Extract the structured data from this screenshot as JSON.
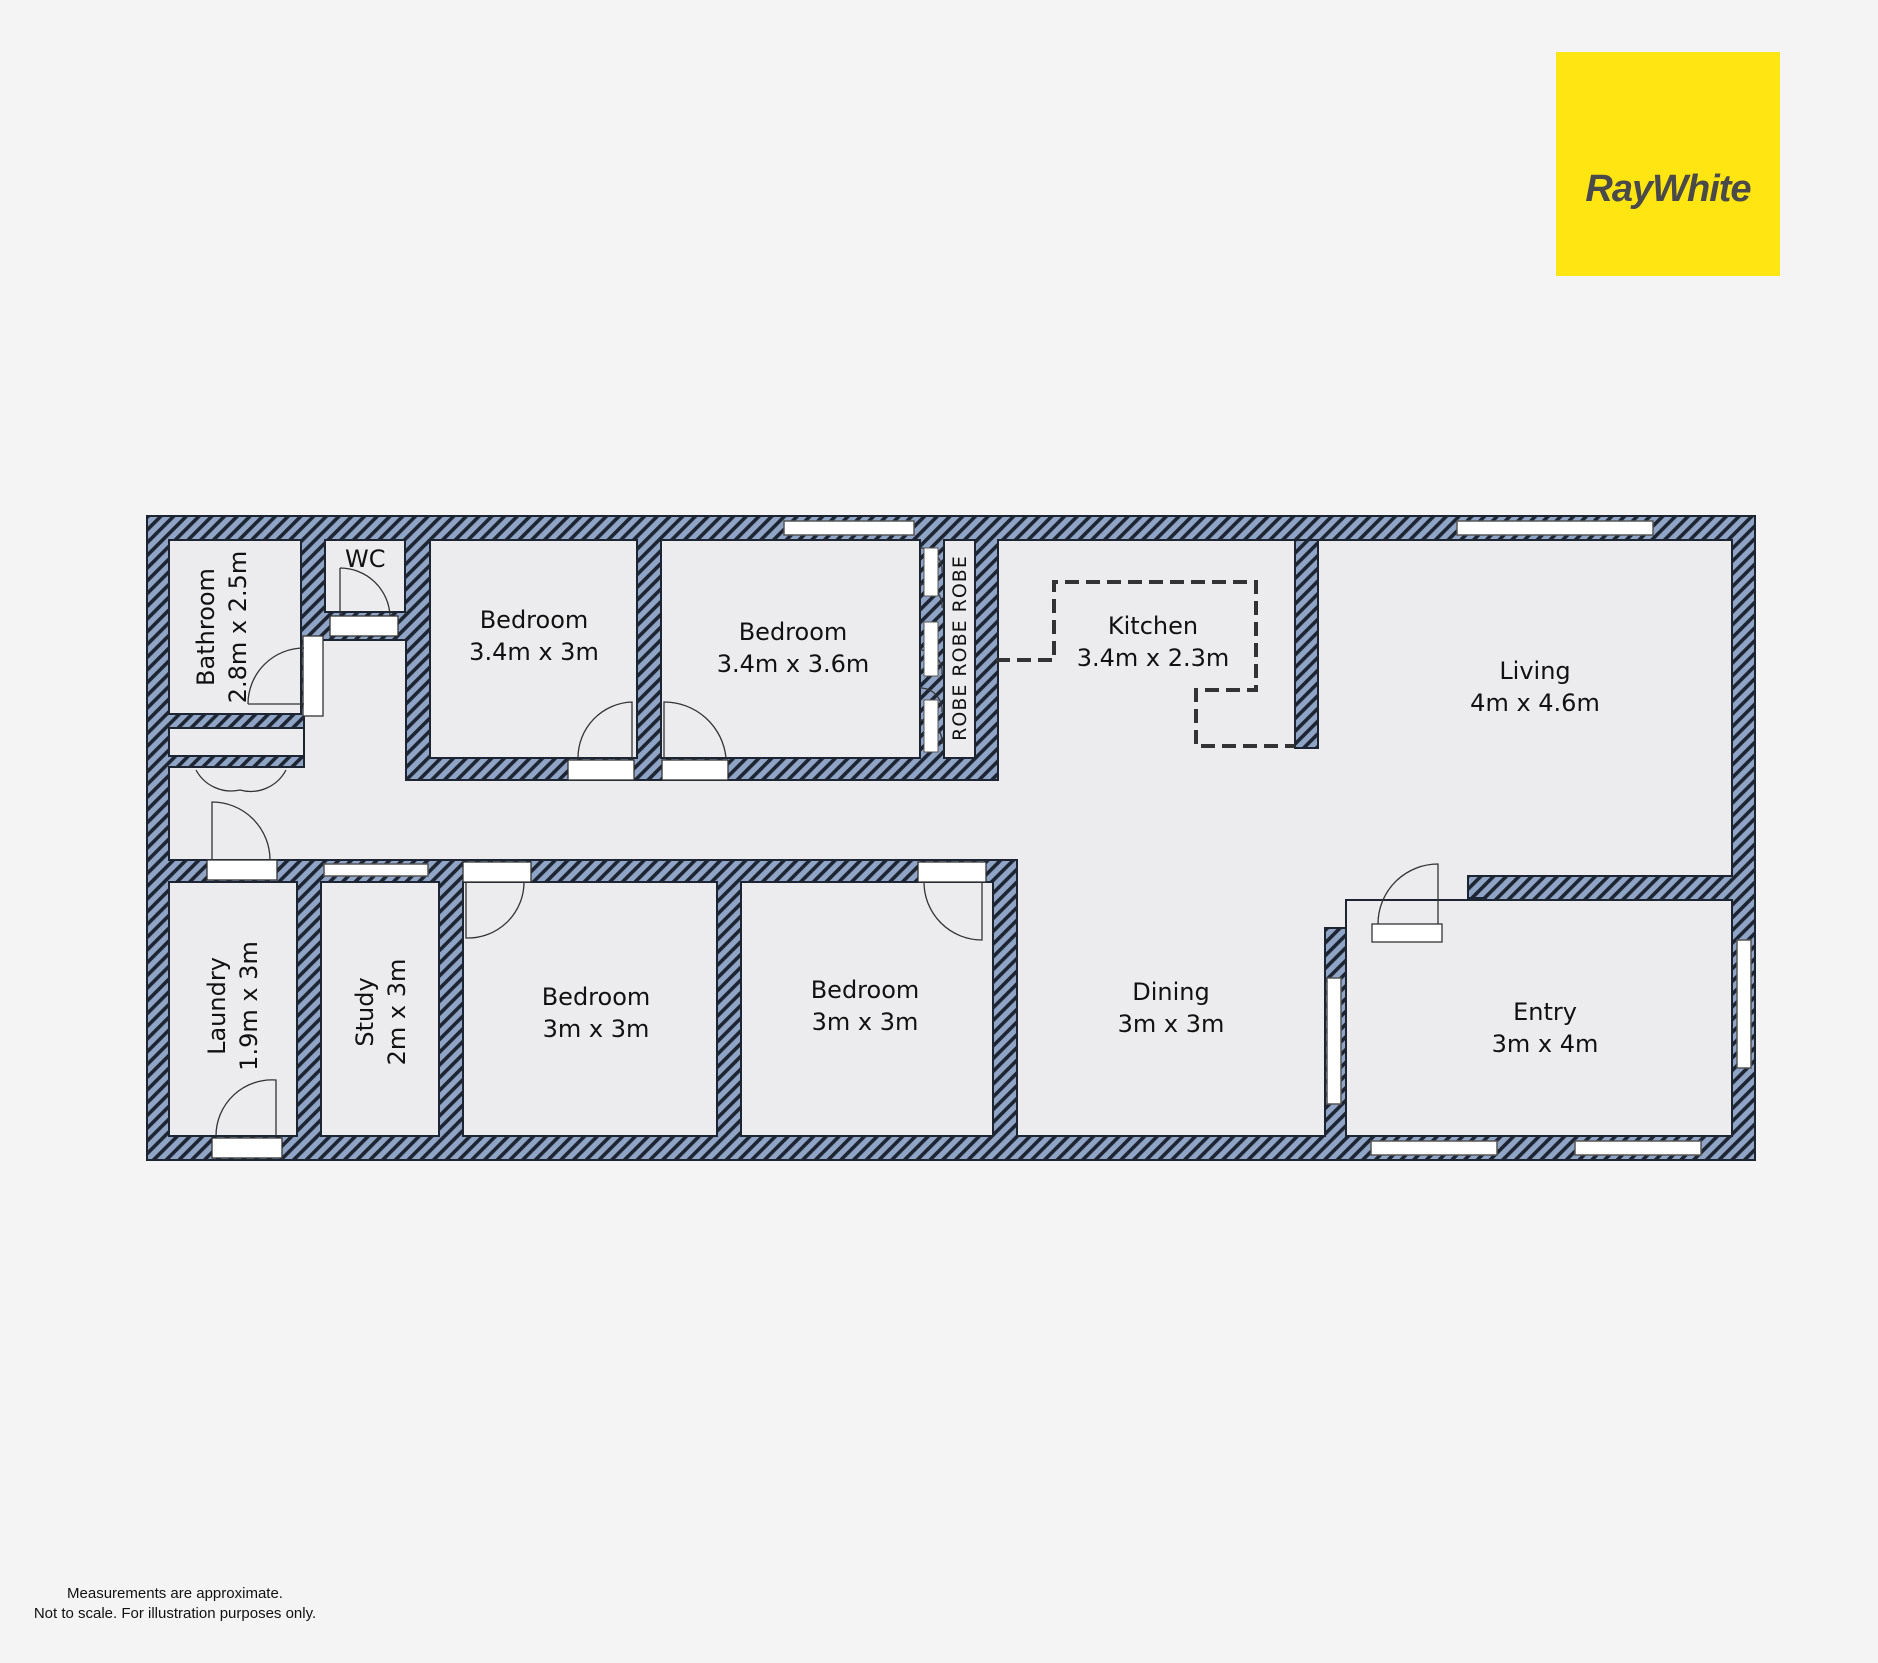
{
  "brand": {
    "name": "RayWhite",
    "color": "#ffe512",
    "text_color": "#4a4a4a"
  },
  "colors": {
    "wall_fill": "#90a4c6",
    "wall_hatch": "#1d2533",
    "floor": "#ececee",
    "background": "#f4f4f4"
  },
  "rooms": [
    {
      "name": "Bathroom",
      "size": "2.8m x 2.5m"
    },
    {
      "name": "WC",
      "size": ""
    },
    {
      "name": "Bedroom",
      "size": "3.4m x 3m"
    },
    {
      "name": "Bedroom",
      "size": "3.4m x 3.6m"
    },
    {
      "name": "ROBE ROBE ROBE",
      "size": ""
    },
    {
      "name": "Kitchen",
      "size": "3.4m x 2.3m"
    },
    {
      "name": "Living",
      "size": "4m x 4.6m"
    },
    {
      "name": "Laundry",
      "size": "1.9m x 3m"
    },
    {
      "name": "Study",
      "size": "2m x 3m"
    },
    {
      "name": "Bedroom",
      "size": "3m x 3m"
    },
    {
      "name": "Bedroom",
      "size": "3m x 3m"
    },
    {
      "name": "Dining",
      "size": "3m x 3m"
    },
    {
      "name": "Entry",
      "size": "3m x 4m"
    }
  ],
  "disclaimer": {
    "line1": "Measurements are approximate.",
    "line2": "Not to scale. For illustration purposes only."
  }
}
